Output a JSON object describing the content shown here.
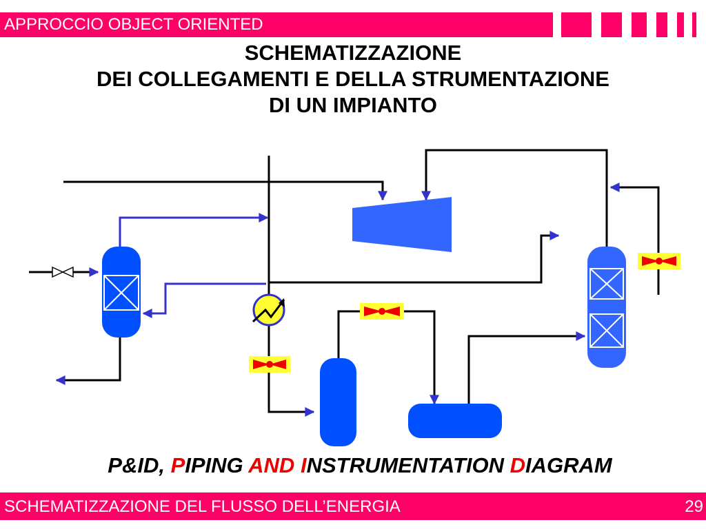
{
  "header": {
    "text": "APPROCCIO OBJECT ORIENTED"
  },
  "title": {
    "line1": "SCHEMATIZZAZIONE",
    "line2": "DEI COLLEGAMENTI E DELLA STRUMENTAZIONE",
    "line3": "DI UN IMPIANTO"
  },
  "caption": {
    "part1": "P&ID, ",
    "p": "P",
    "part2": "IPING ",
    "and": "AND",
    "part3": " ",
    "i": "I",
    "part4": "NSTRUMENTATION ",
    "d": "D",
    "part5": "IAGRAM"
  },
  "footer": {
    "text": "SCHEMATIZZAZIONE DEL FLUSSO DELL’ENERGIA",
    "page": "29"
  },
  "colors": {
    "accent": "#ff0066",
    "equipment_light": "#3366ff",
    "equipment_dark": "#0050ff",
    "arrow": "#3333cc",
    "instrument_bg": "#ffff33",
    "instrument_mark": "#ee0000",
    "caption_highlight": "#ee0000"
  }
}
